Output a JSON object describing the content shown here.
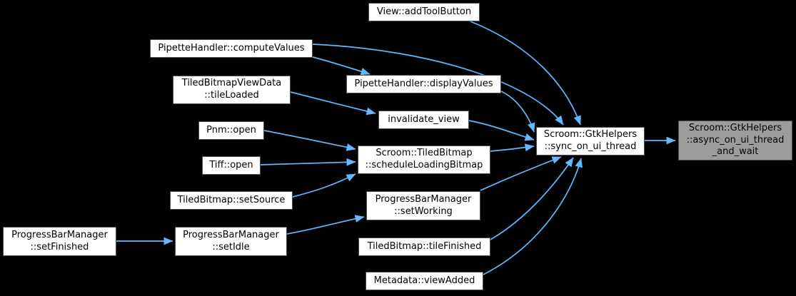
{
  "diagram": {
    "type": "caller-graph",
    "colors": {
      "background": "#000000",
      "edge": "#63b8ff",
      "node_fill": "#ffffff",
      "node_border": "#4d4d4d",
      "highlight_fill": "#9c9c9c",
      "text": "#000000"
    },
    "nodes": [
      {
        "id": "view-addtoolbutton",
        "label": "View::addToolButton",
        "highlighted": false
      },
      {
        "id": "pipettehandler-computevalues",
        "label": "PipetteHandler::computeValues",
        "highlighted": false
      },
      {
        "id": "tiledbitmapviewdata-tileloaded",
        "label": "TiledBitmapViewData\n::tileLoaded",
        "highlighted": false
      },
      {
        "id": "pipettehandler-displayvalues",
        "label": "PipetteHandler::displayValues",
        "highlighted": false
      },
      {
        "id": "invalidate-view",
        "label": "invalidate_view",
        "highlighted": false
      },
      {
        "id": "pnm-open",
        "label": "Pnm::open",
        "highlighted": false
      },
      {
        "id": "tiff-open",
        "label": "Tiff::open",
        "highlighted": false
      },
      {
        "id": "scroom-tiledbitmap-scheduleloadingbitmap",
        "label": "Scroom::TiledBitmap\n::scheduleLoadingBitmap",
        "highlighted": false
      },
      {
        "id": "tiledbitmap-setsource",
        "label": "TiledBitmap::setSource",
        "highlighted": false
      },
      {
        "id": "progressbarmanager-setworking",
        "label": "ProgressBarManager\n::setWorking",
        "highlighted": false
      },
      {
        "id": "progressbarmanager-setfinished",
        "label": "ProgressBarManager\n::setFinished",
        "highlighted": false
      },
      {
        "id": "progressbarmanager-setidle",
        "label": "ProgressBarManager\n::setIdle",
        "highlighted": false
      },
      {
        "id": "tiledbitmap-tilefinished",
        "label": "TiledBitmap::tileFinished",
        "highlighted": false
      },
      {
        "id": "metadata-viewadded",
        "label": "Metadata::viewAdded",
        "highlighted": false
      },
      {
        "id": "scroom-gtkhelpers-sync-on-ui-thread",
        "label": "Scroom::GtkHelpers\n::sync_on_ui_thread",
        "highlighted": false
      },
      {
        "id": "scroom-gtkhelpers-async-on-ui-thread-and-wait",
        "label": "Scroom::GtkHelpers\n::async_on_ui_thread\n_and_wait",
        "highlighted": true
      }
    ],
    "edges": [
      {
        "from": "view-addtoolbutton",
        "to": "scroom-gtkhelpers-sync-on-ui-thread"
      },
      {
        "from": "pipettehandler-computevalues",
        "to": "scroom-gtkhelpers-sync-on-ui-thread"
      },
      {
        "from": "pipettehandler-computevalues",
        "to": "pipettehandler-displayvalues"
      },
      {
        "from": "pipettehandler-displayvalues",
        "to": "scroom-gtkhelpers-sync-on-ui-thread"
      },
      {
        "from": "tiledbitmapviewdata-tileloaded",
        "to": "invalidate-view"
      },
      {
        "from": "invalidate-view",
        "to": "scroom-gtkhelpers-sync-on-ui-thread"
      },
      {
        "from": "pnm-open",
        "to": "scroom-tiledbitmap-scheduleloadingbitmap"
      },
      {
        "from": "tiff-open",
        "to": "scroom-tiledbitmap-scheduleloadingbitmap"
      },
      {
        "from": "tiledbitmap-setsource",
        "to": "scroom-tiledbitmap-scheduleloadingbitmap"
      },
      {
        "from": "scroom-tiledbitmap-scheduleloadingbitmap",
        "to": "scroom-gtkhelpers-sync-on-ui-thread"
      },
      {
        "from": "progressbarmanager-setworking",
        "to": "scroom-gtkhelpers-sync-on-ui-thread"
      },
      {
        "from": "progressbarmanager-setfinished",
        "to": "progressbarmanager-setidle"
      },
      {
        "from": "progressbarmanager-setidle",
        "to": "progressbarmanager-setworking"
      },
      {
        "from": "tiledbitmap-tilefinished",
        "to": "scroom-gtkhelpers-sync-on-ui-thread"
      },
      {
        "from": "metadata-viewadded",
        "to": "scroom-gtkhelpers-sync-on-ui-thread"
      },
      {
        "from": "scroom-gtkhelpers-sync-on-ui-thread",
        "to": "scroom-gtkhelpers-async-on-ui-thread-and-wait"
      }
    ]
  }
}
